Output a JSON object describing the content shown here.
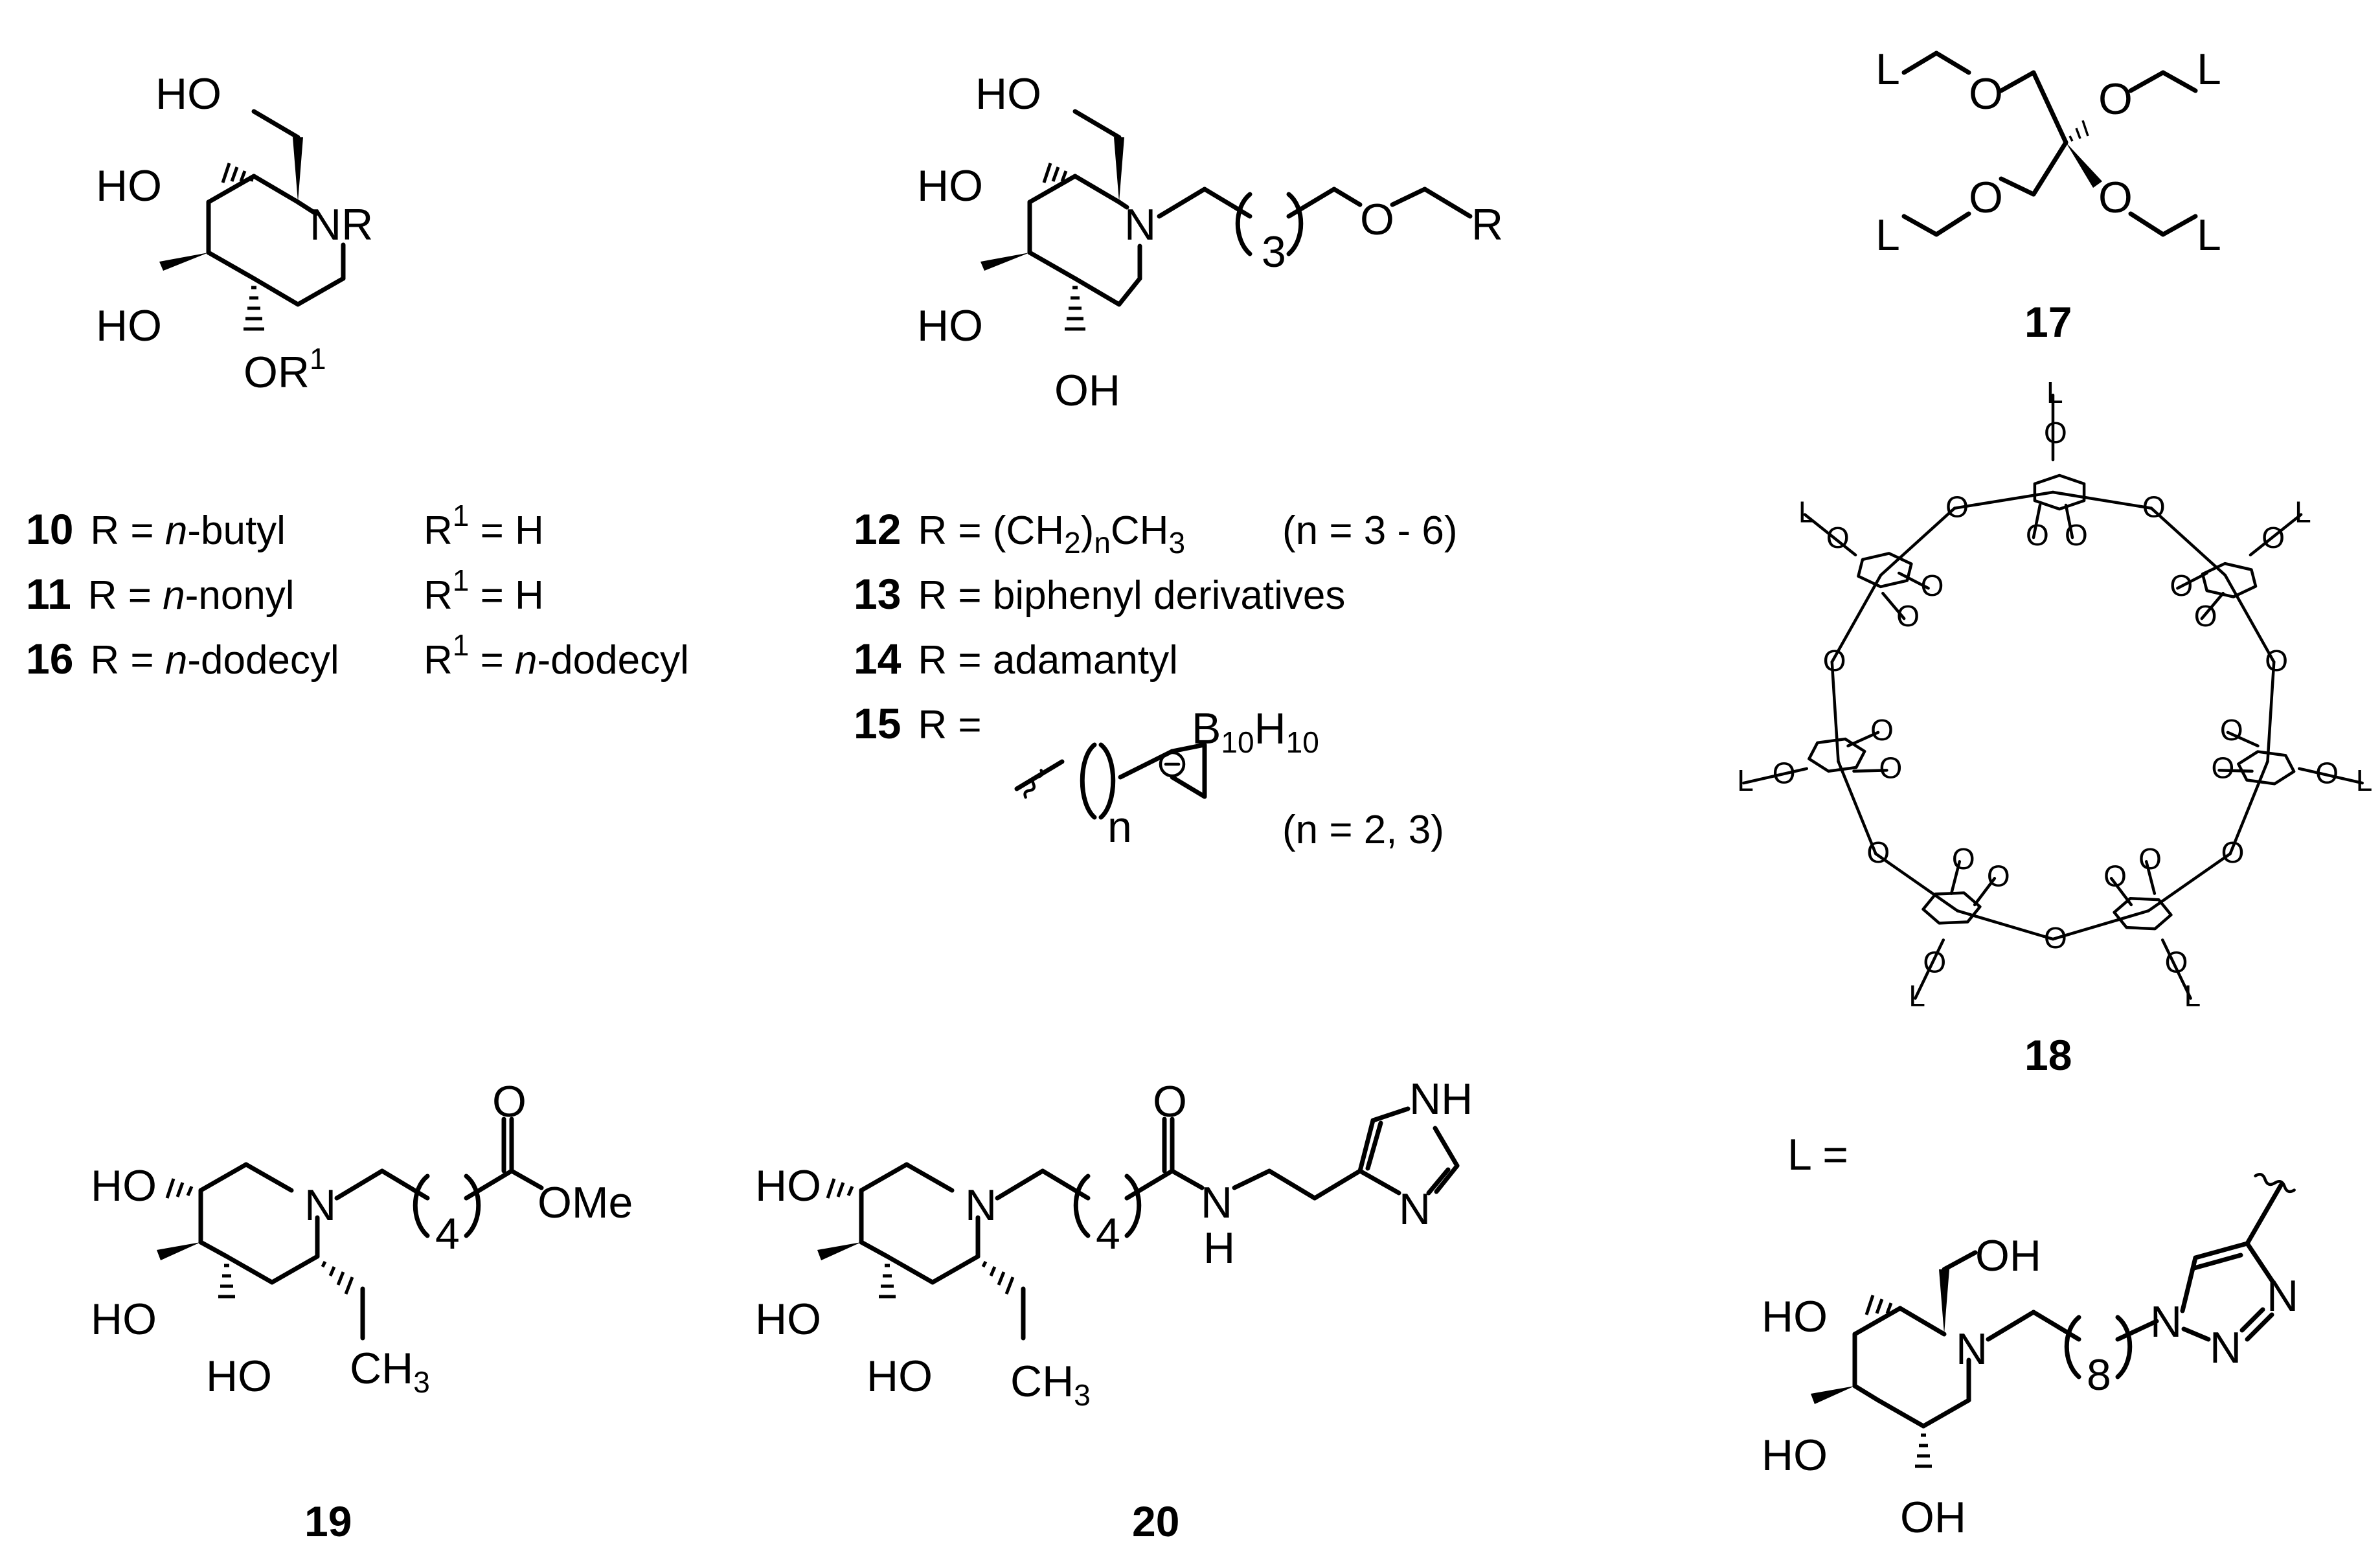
{
  "compounds": {
    "c10": {
      "number": "10",
      "r": "R = ",
      "r_it": "n",
      "r_rest": "-butyl",
      "r1": "R",
      "r1_sup": "1",
      "r1_rest": " = H"
    },
    "c11": {
      "number": "11",
      "r": "R = ",
      "r_it": "n",
      "r_rest": "-nonyl",
      "r1": "R",
      "r1_sup": "1",
      "r1_rest": " = H"
    },
    "c16": {
      "number": "16",
      "r": "R = ",
      "r_it": "n",
      "r_rest": "-dodecyl",
      "r1": "R",
      "r1_sup": "1",
      "r1_eq": " = ",
      "r1_it": "n",
      "r1_rest": "-dodecyl"
    },
    "c12": {
      "number": "12",
      "r": "R = (CH",
      "r_sub": "2",
      "r_sub2": "n",
      "r_rest": "CH",
      "r_sub3": "3",
      "cond": "(n = 3 - 6)"
    },
    "c13": {
      "number": "13",
      "r": "R = biphenyl derivatives"
    },
    "c14": {
      "number": "14",
      "r": "R = adamantyl"
    },
    "c15": {
      "number": "15",
      "r": "R = ",
      "boron": "B",
      "boron_sub": "10",
      "hydro": "H",
      "hydro_sub": "10",
      "n": "n",
      "cond": "(n = 2, 3)"
    },
    "c17": {
      "number": "17"
    },
    "c18": {
      "number": "18"
    },
    "c19": {
      "number": "19"
    },
    "c20": {
      "number": "20"
    }
  },
  "atoms": {
    "ho": "HO",
    "oh": "OH",
    "nr": "NR",
    "n": "N",
    "o": "O",
    "r": "R",
    "or": "OR",
    "r1_sup": "1",
    "l": "L",
    "h": "H",
    "nh": "NH",
    "ome": "OMe",
    "ch": "CH",
    "ch_sub": "3",
    "three": "3",
    "four": "4",
    "eight": "8",
    "l_eq": "L ="
  }
}
